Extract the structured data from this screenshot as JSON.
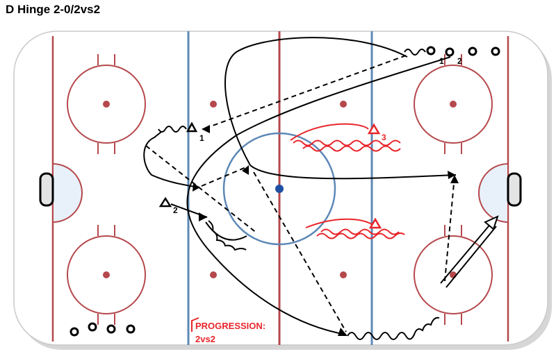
{
  "title": "D Hinge 2-0/2vs2",
  "colors": {
    "red_line": "#b5484c",
    "blue_line": "#5d88b6",
    "crease_fill": "#e8f1f9",
    "faceoff_dot": "#b5484c",
    "center_dot": "#1d4fa3",
    "progression": "#e8252a",
    "drill": "#000000"
  },
  "labels": {
    "d1": "1",
    "d2": "2",
    "d3": "3",
    "o1": "1",
    "o2": "2",
    "progression_line1": "PROGRESSION:",
    "progression_line2": "2vs2"
  }
}
